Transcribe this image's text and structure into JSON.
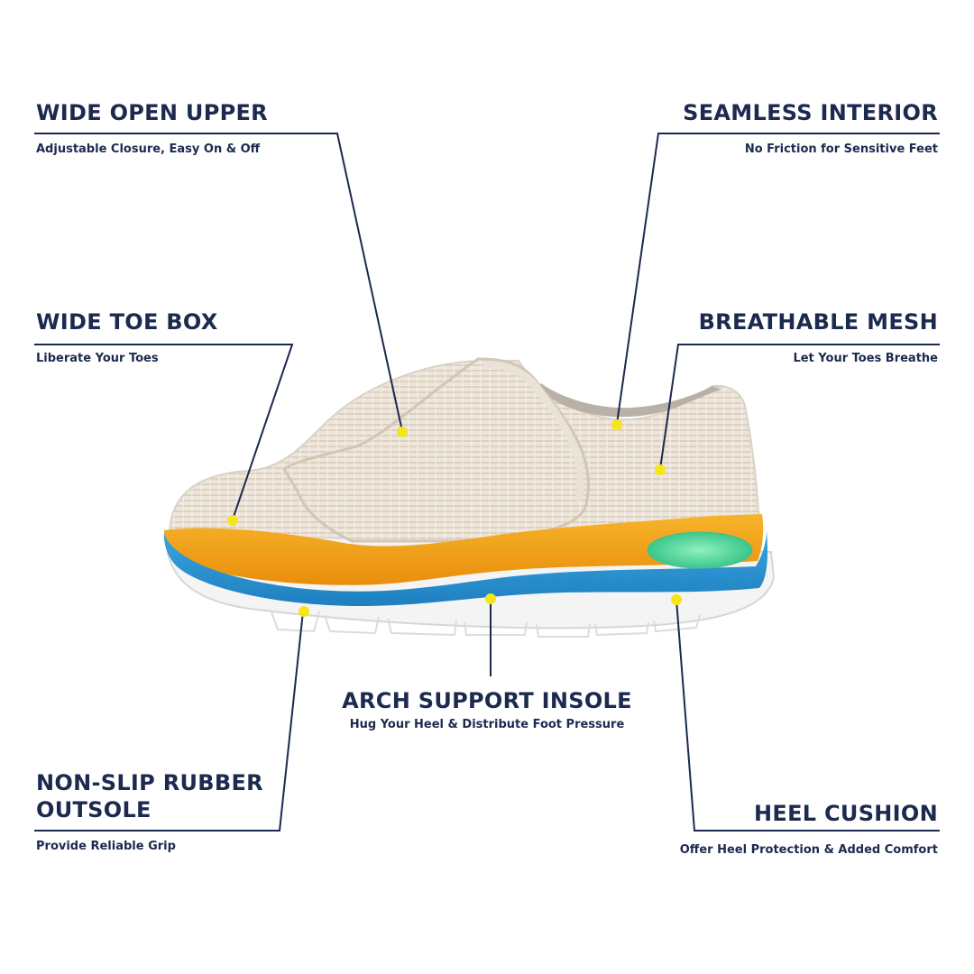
{
  "features": {
    "wide_open_upper": {
      "title": "WIDE OPEN UPPER",
      "subtitle": "Adjustable Closure, Easy On & Off"
    },
    "seamless_interior": {
      "title": "SEAMLESS INTERIOR",
      "subtitle": "No Friction for Sensitive Feet"
    },
    "wide_toe_box": {
      "title": "WIDE TOE BOX",
      "subtitle": "Liberate Your Toes"
    },
    "breathable_mesh": {
      "title": "BREATHABLE MESH",
      "subtitle": "Let Your Toes Breathe"
    },
    "arch_support_insole": {
      "title": "ARCH SUPPORT INSOLE",
      "subtitle": "Hug Your Heel & Distribute Foot Pressure"
    },
    "non_slip_outsole": {
      "title_line1": "NON-SLIP RUBBER",
      "title_line2": "OUTSOLE",
      "subtitle": "Provide Reliable Grip"
    },
    "heel_cushion": {
      "title": "HEEL CUSHION",
      "subtitle": "Offer Heel Protection & Added Comfort"
    }
  },
  "colors": {
    "text": "#1b2a4e",
    "leader_line": "#1b2a4e",
    "marker_dot": "#f5e61a",
    "insole_orange": "#f2a318",
    "midsole_blue": "#2e97d4",
    "heel_gel_green": "#5fd8a0",
    "knit_upper": "#e8e1d6",
    "outsole_white": "#f4f4f4"
  },
  "icons": {
    "product": "shoe-illustration",
    "markers": "yellow-dot-icon"
  }
}
